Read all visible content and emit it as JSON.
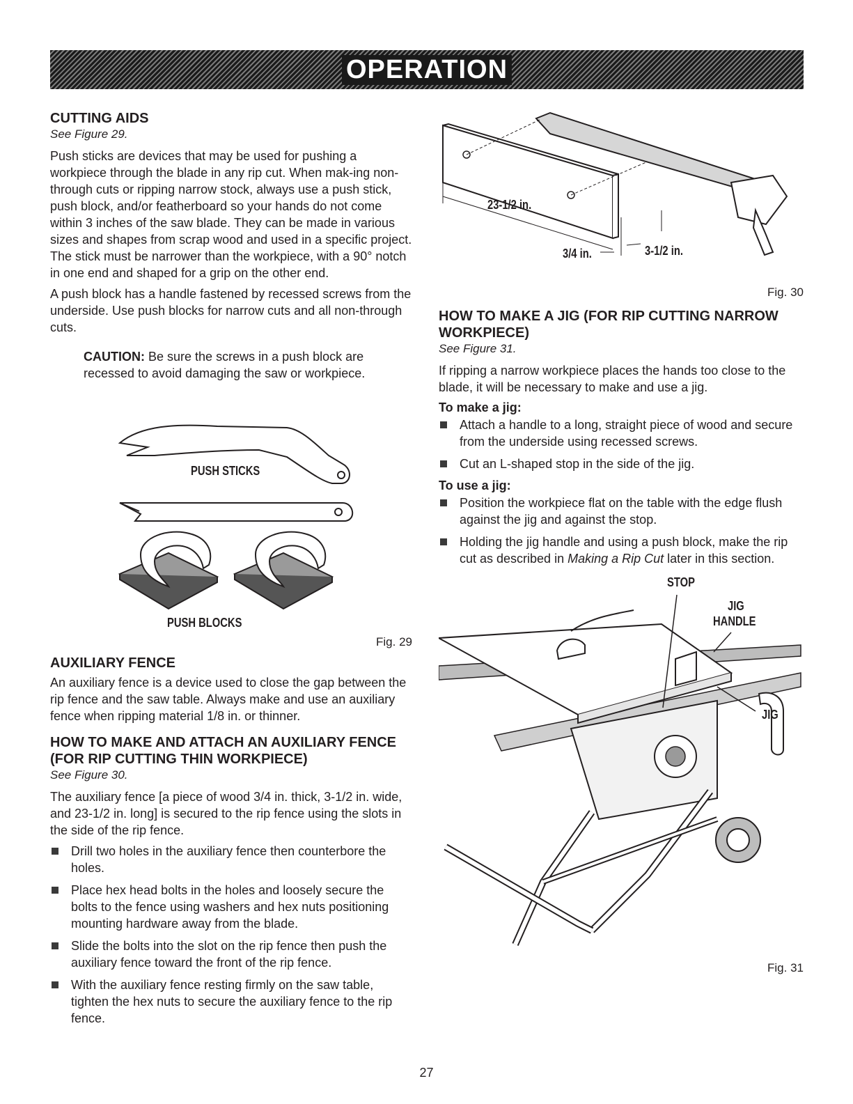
{
  "banner": {
    "title": "OPERATION"
  },
  "left": {
    "cutting_aids": {
      "heading": "CUTTING AIDS",
      "see": "See Figure 29.",
      "p1": "Push sticks are devices that may be used for pushing a workpiece through the blade in any rip cut. When mak-ing non-through cuts or ripping narrow stock, always use a push stick, push block, and/or featherboard so your hands do not come within 3 inches of the saw blade. They can be made in various sizes and shapes from scrap wood and used in a specific project. The stick must be narrower than the workpiece, with a 90° notch in one end and shaped for a grip on the other end.",
      "p2": "A push block has a handle fastened by recessed screws from the underside. Use push blocks for narrow cuts and all non-through cuts.",
      "caution_label": "CAUTION:",
      "caution_text": "Be sure the screws in a push block are recessed to avoid damaging the saw or workpiece."
    },
    "fig29": {
      "label_sticks": "PUSH STICKS",
      "label_blocks": "PUSH BLOCKS",
      "caption": "Fig. 29"
    },
    "aux_fence": {
      "heading": "AUXILIARY FENCE",
      "p1": "An auxiliary fence is a device used to close the gap between the rip fence and the saw table. Always make and use an auxiliary fence when ripping material 1/8 in. or thinner."
    },
    "make_attach": {
      "heading": "HOW TO MAKE AND ATTACH AN AUXILIARY FENCE (FOR RIP CUTTING THIN WORKPIECE)",
      "see": "See Figure 30.",
      "p1": "The auxiliary fence [a piece of wood 3/4 in. thick, 3-1/2 in. wide, and 23-1/2 in. long] is secured to the rip fence using the slots in the side of the rip fence.",
      "bullets": [
        "Drill two holes in the auxiliary fence then counterbore the holes.",
        "Place hex head bolts in the holes and loosely secure the bolts to the fence using washers and hex nuts positioning mounting hardware away from the blade.",
        "Slide the bolts into the slot on the rip fence then push the auxiliary fence toward the front of the rip fence.",
        "With the auxiliary fence resting firmly on the saw table, tighten the hex nuts to secure the auxiliary fence to the rip fence."
      ]
    }
  },
  "right": {
    "fig30": {
      "dim_length": "23-1/2 in.",
      "dim_thick": "3/4 in.",
      "dim_width": "3-1/2 in.",
      "caption": "Fig. 30"
    },
    "jig": {
      "heading": "HOW TO MAKE A JIG (FOR RIP CUTTING NARROW WORKPIECE)",
      "see": "See Figure 31.",
      "p1": "If ripping a narrow workpiece places the hands too close to the blade, it will be necessary to make and use a jig.",
      "make_head": "To make a jig:",
      "make_bullets": [
        "Attach a handle to a long, straight piece of wood and secure from the underside using recessed screws.",
        "Cut an L-shaped stop in the side of the jig."
      ],
      "use_head": "To use a jig:",
      "use_bullet1": "Position the workpiece flat on the table with the edge flush against the jig and against the stop.",
      "use_bullet2_pre": "Holding the jig handle and using a push block, make the rip cut as described in ",
      "use_bullet2_em": "Making a Rip Cut",
      "use_bullet2_post": " later in this section."
    },
    "fig31": {
      "label_stop": "STOP",
      "label_jig_handle_1": "JIG",
      "label_jig_handle_2": "HANDLE",
      "label_jig": "JIG",
      "caption": "Fig. 31"
    }
  },
  "page": {
    "number": "27"
  }
}
